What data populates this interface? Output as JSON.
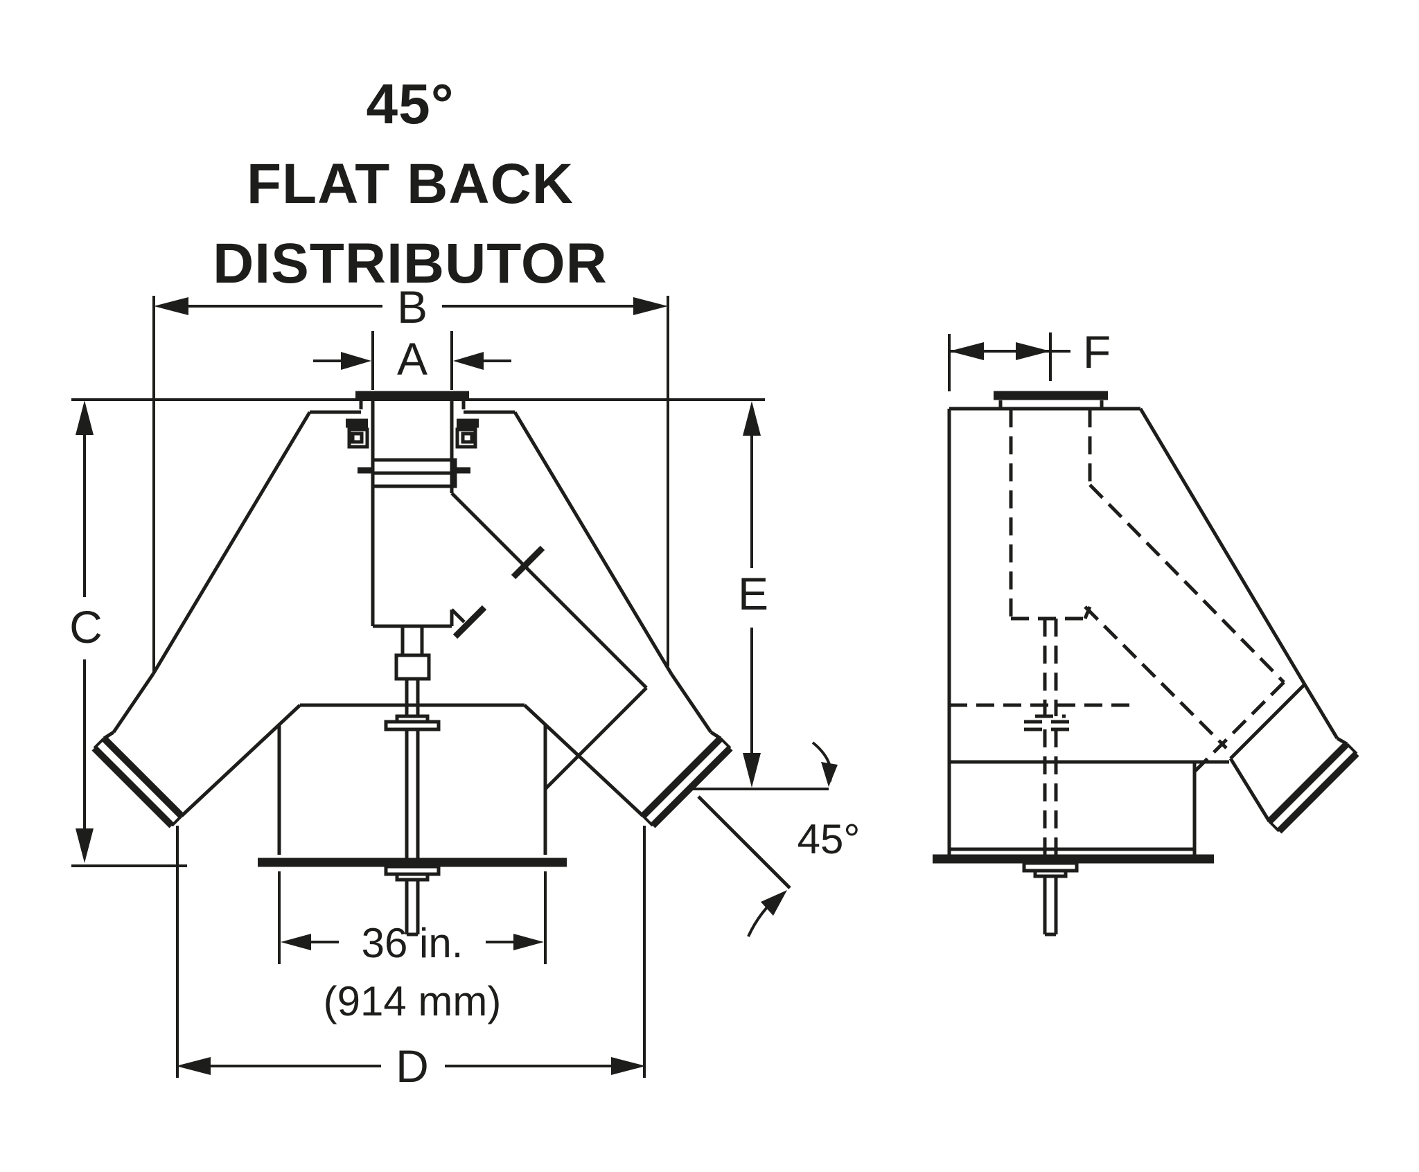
{
  "title": {
    "line1": "45°",
    "line2": "FLAT BACK",
    "line3": "DISTRIBUTOR"
  },
  "dimensions": {
    "a": "A",
    "b": "B",
    "c": "C",
    "d": "D",
    "e": "E",
    "f": "F"
  },
  "annotations": {
    "angle": "45°",
    "width_in": "36 in.",
    "width_mm": "(914 mm)"
  },
  "colors": {
    "ink": "#1d1d1b",
    "background": "#ffffff"
  }
}
